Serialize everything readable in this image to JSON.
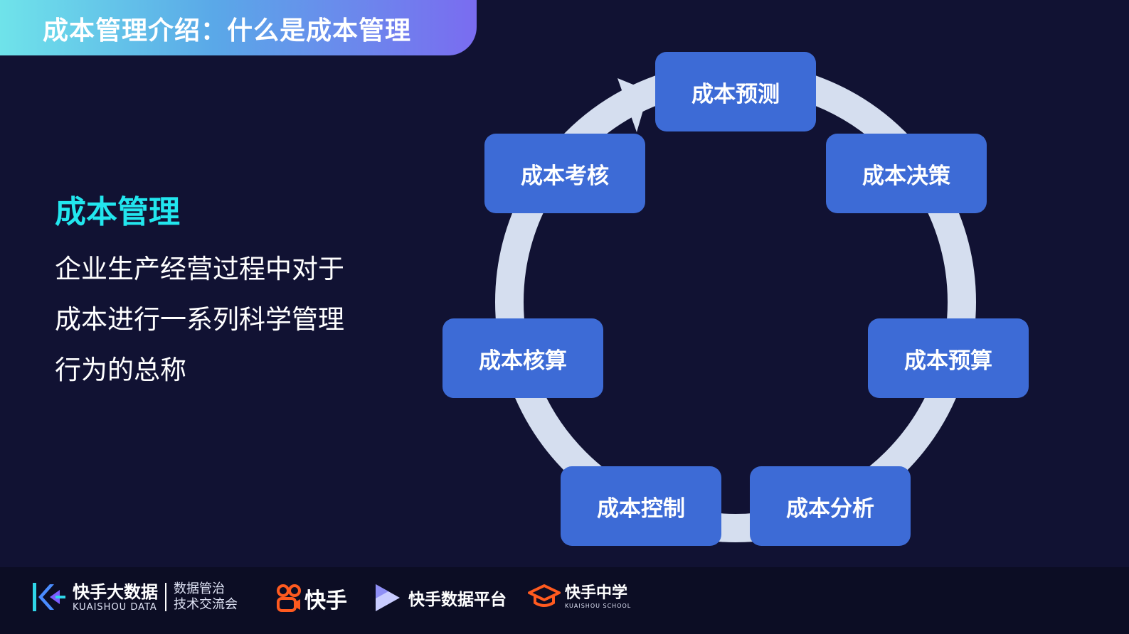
{
  "slide": {
    "title": "成本管理介绍：什么是成本管理",
    "heading": "成本管理",
    "description_lines": [
      "企业生产经营过程中对于",
      "成本进行一系列科学管理",
      "行为的总称"
    ]
  },
  "cycle": {
    "nodes": [
      {
        "label": "成本预测"
      },
      {
        "label": "成本决策"
      },
      {
        "label": "成本预算"
      },
      {
        "label": "成本分析"
      },
      {
        "label": "成本控制"
      },
      {
        "label": "成本核算"
      },
      {
        "label": "成本考核"
      }
    ]
  },
  "footer": {
    "logo1": {
      "name": "快手大数据",
      "sub": "KUAISHOU DATA",
      "tag_line1": "数据管治",
      "tag_line2": "技术交流会"
    },
    "logo2": {
      "name": "快手"
    },
    "logo3": {
      "name": "快手数据平台"
    },
    "logo4": {
      "name": "快手中学",
      "sub": "KUAISHOU SCHOOL"
    }
  },
  "colors": {
    "background": "#111233",
    "heading": "#22e6ee",
    "node": "#3d6bd6",
    "ring": "#d5deef",
    "kuaishou_orange": "#ff5a1f"
  }
}
